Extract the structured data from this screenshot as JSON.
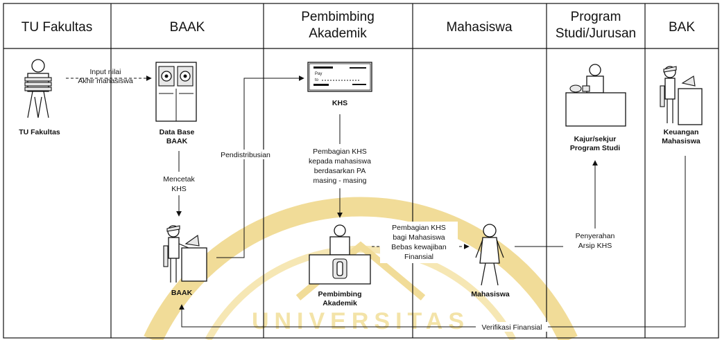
{
  "lanes": [
    {
      "header": "TU Fakultas"
    },
    {
      "header": "BAAK"
    },
    {
      "header_line1": "Pembimbing",
      "header_line2": "Akademik"
    },
    {
      "header": "Mahasiswa"
    },
    {
      "header_line1": "Program",
      "header_line2": "Studi/Jurusan"
    },
    {
      "header": "BAK"
    }
  ],
  "actors": {
    "tu_fakultas": "TU Fakultas",
    "database_line1": "Data Base",
    "database_line2": "BAAK",
    "khs": "KHS",
    "baak": "BAAK",
    "pa_line1": "Pembimbing",
    "pa_line2": "Akademik",
    "mahasiswa": "Mahasiswa",
    "kajur_line1": "Kajur/sekjur",
    "kajur_line2": "Program Studi",
    "keuangan_line1": "Keuangan",
    "keuangan_line2": "Mahasiswa"
  },
  "flows": {
    "input_line1": "Input nilai",
    "input_line2": "Akhir mahasiswa",
    "mencetak_line1": "Mencetak",
    "mencetak_line2": "KHS",
    "pendistribusian": "Pendistribusian",
    "pembagian_pa_line1": "Pembagian KHS",
    "pembagian_pa_line2": "kepada mahasiswa",
    "pembagian_pa_line3": "berdasarkan PA",
    "pembagian_pa_line4": "masing - masing",
    "pembagian_mhs_line1": "Pembagian KHS",
    "pembagian_mhs_line2": "bagi Mahasiswa",
    "pembagian_mhs_line3": "Bebas kewajiban",
    "pembagian_mhs_line4": "Finansial",
    "penyerahan_line1": "Penyerahan",
    "penyerahan_line2": "Arsip KHS",
    "verifikasi": "Verifikasi Finansial"
  },
  "khs_document": {
    "pay": "Pay",
    "to": "to"
  },
  "watermark": "UNIVERSITAS"
}
